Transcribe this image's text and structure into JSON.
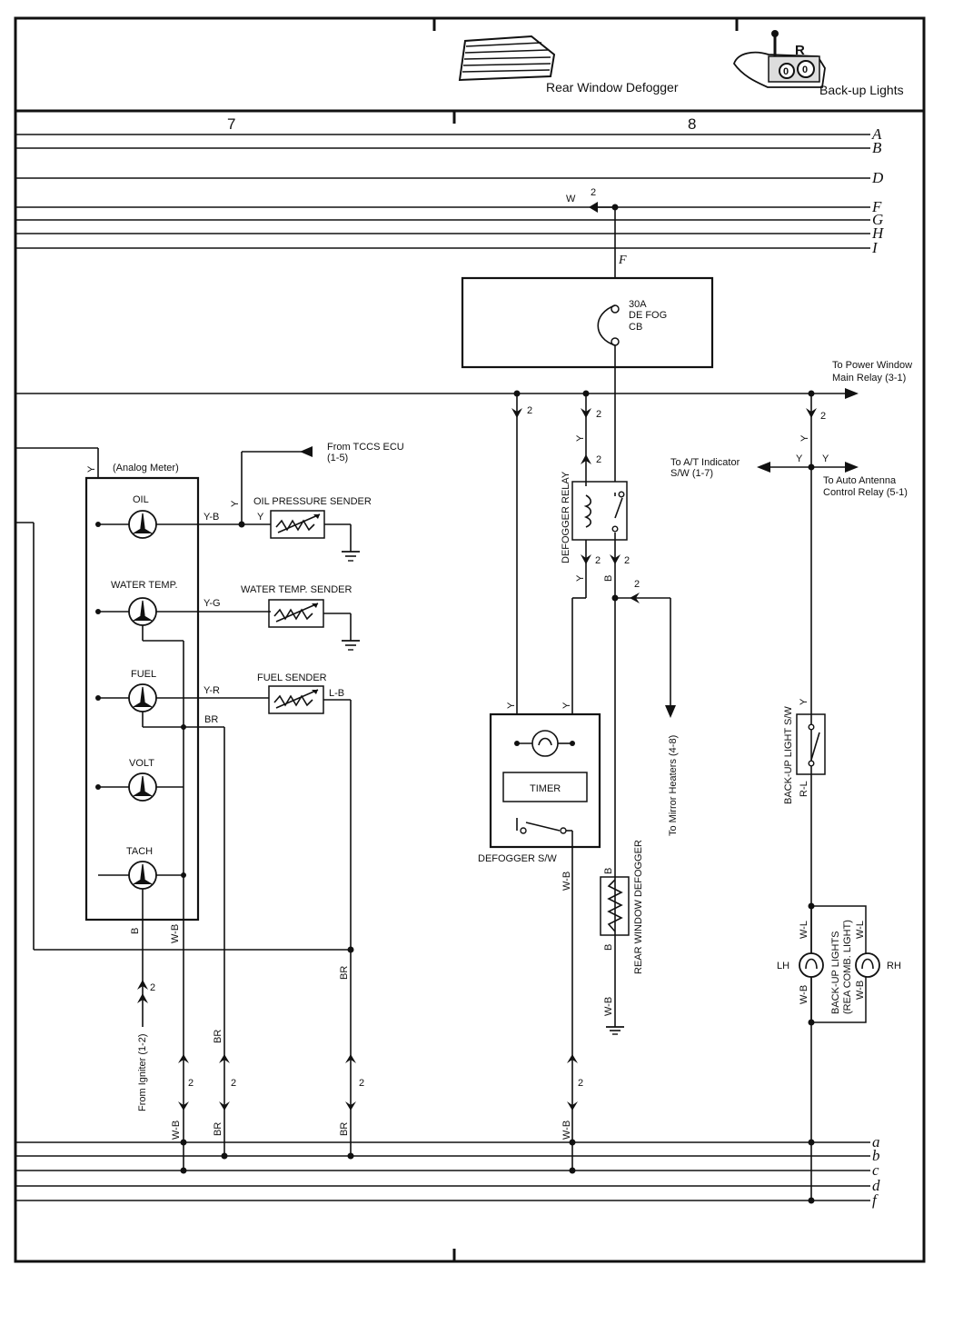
{
  "header": {
    "defogger_title": "Rear Window Defogger",
    "backup_title": "Back-up Lights",
    "backup_icon_label": "R"
  },
  "columns": [
    "7",
    "8"
  ],
  "bus_top": [
    "A",
    "B",
    "D",
    "F",
    "G",
    "H",
    "I"
  ],
  "bus_bottom": [
    "a",
    "b",
    "c",
    "d",
    "f"
  ],
  "meter": {
    "title": "(Analog Meter)",
    "gauges": [
      "OIL",
      "WATER TEMP.",
      "FUEL",
      "VOLT",
      "TACH"
    ]
  },
  "senders": {
    "oil": "OIL PRESSURE SENDER",
    "water": "WATER TEMP. SENDER",
    "fuel": "FUEL SENDER"
  },
  "refs": {
    "tccs": [
      "From TCCS ECU",
      "(1-5)"
    ],
    "power_window": [
      "To Power Window",
      "Main Relay (3-1)"
    ],
    "at_indicator": [
      "To A/T Indicator",
      "S/W (1-7)"
    ],
    "antenna": [
      "To Auto Antenna",
      "Control Relay (5-1)"
    ],
    "mirror": "To Mirror Heaters (4-8)",
    "igniter": "From Igniter (1-2)"
  },
  "breaker": [
    "30A",
    "DE FOG",
    "CB"
  ],
  "components": {
    "defogger_relay": "DEFOGGER RELAY",
    "defogger_sw": "DEFOGGER S/W",
    "timer": "TIMER",
    "rear_defogger": "REAR WINDOW DEFOGGER",
    "backup_sw": "BACK-UP LIGHT S/W",
    "backup_lights": [
      "BACK-UP LIGHTS",
      "(REA COMB. LIGHT)"
    ],
    "lh": "LH",
    "rh": "RH"
  },
  "wire_colors": {
    "y": "Y",
    "yb": "Y-B",
    "yg": "Y-G",
    "yr": "Y-R",
    "lb": "L-B",
    "br": "BR",
    "b": "B",
    "wb": "W-B",
    "w": "W",
    "rl": "R-L",
    "wl": "W-L",
    "f": "F"
  },
  "connector_num": "2"
}
